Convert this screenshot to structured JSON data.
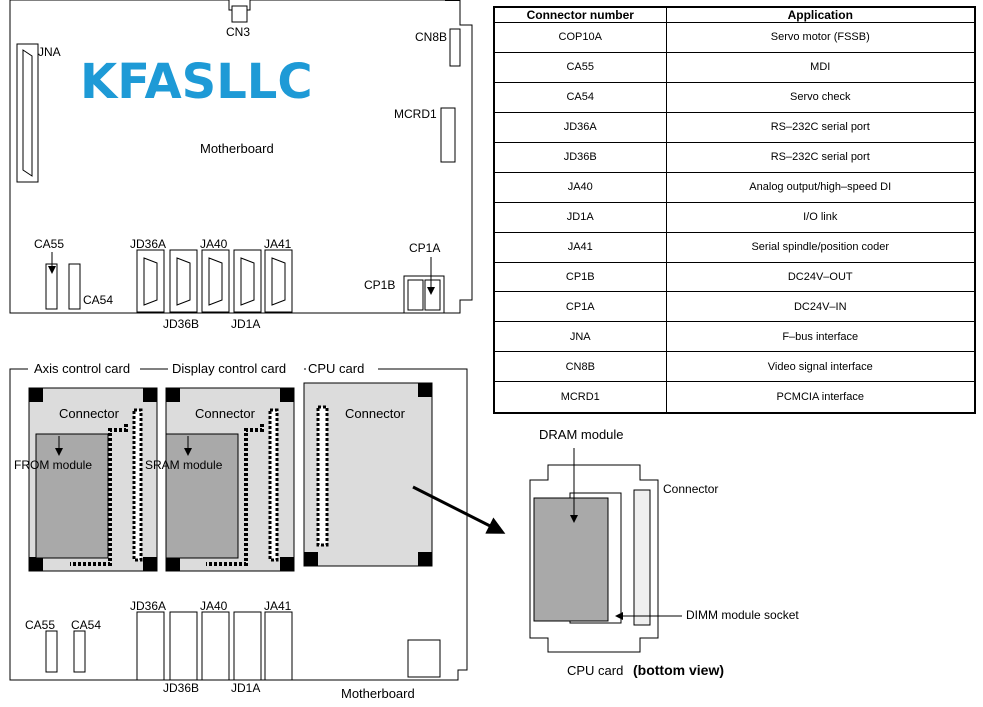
{
  "watermark": "KFASLLC",
  "top_board": {
    "title": "Motherboard",
    "labels": {
      "cn3": "CN3",
      "cn8b": "CN8B",
      "jna": "JNA",
      "mcrd1": "MCRD1",
      "ca55": "CA55",
      "ca54": "CA54",
      "jd36a": "JD36A",
      "ja40": "JA40",
      "ja41": "JA41",
      "jd36b": "JD36B",
      "jd1a": "JD1A",
      "cp1a": "CP1A",
      "cp1b": "CP1B"
    }
  },
  "table": {
    "headers": [
      "Connector number",
      "Application"
    ],
    "rows": [
      [
        "COP10A",
        "Servo motor (FSSB)"
      ],
      [
        "CA55",
        "MDI"
      ],
      [
        "CA54",
        "Servo check"
      ],
      [
        "JD36A",
        "RS–232C serial port"
      ],
      [
        "JD36B",
        "RS–232C serial port"
      ],
      [
        "JA40",
        "Analog output/high–speed DI"
      ],
      [
        "JD1A",
        "I/O link"
      ],
      [
        "JA41",
        "Serial spindle/position coder"
      ],
      [
        "CP1B",
        "DC24V–OUT"
      ],
      [
        "CP1A",
        "DC24V–IN"
      ],
      [
        "JNA",
        "F–bus interface"
      ],
      [
        "CN8B",
        "Video signal interface"
      ],
      [
        "MCRD1",
        "PCMCIA interface"
      ]
    ]
  },
  "bottom_board": {
    "axis_card": "Axis control card",
    "display_card": "Display control card",
    "cpu_card": "CPU card",
    "connector": "Connector",
    "from_module": "FROM module",
    "sram_module": "SRAM module",
    "ca55": "CA55",
    "ca54": "CA54",
    "jd36a": "JD36A",
    "ja40": "JA40",
    "ja41": "JA41",
    "jd36b": "JD36B",
    "jd1a": "JD1A",
    "title": "Motherboard"
  },
  "cpu_bottom": {
    "dram_module": "DRAM module",
    "connector": "Connector",
    "dimm_socket": "DIMM module socket",
    "caption": "CPU card",
    "caption_bold": "(bottom view)"
  }
}
